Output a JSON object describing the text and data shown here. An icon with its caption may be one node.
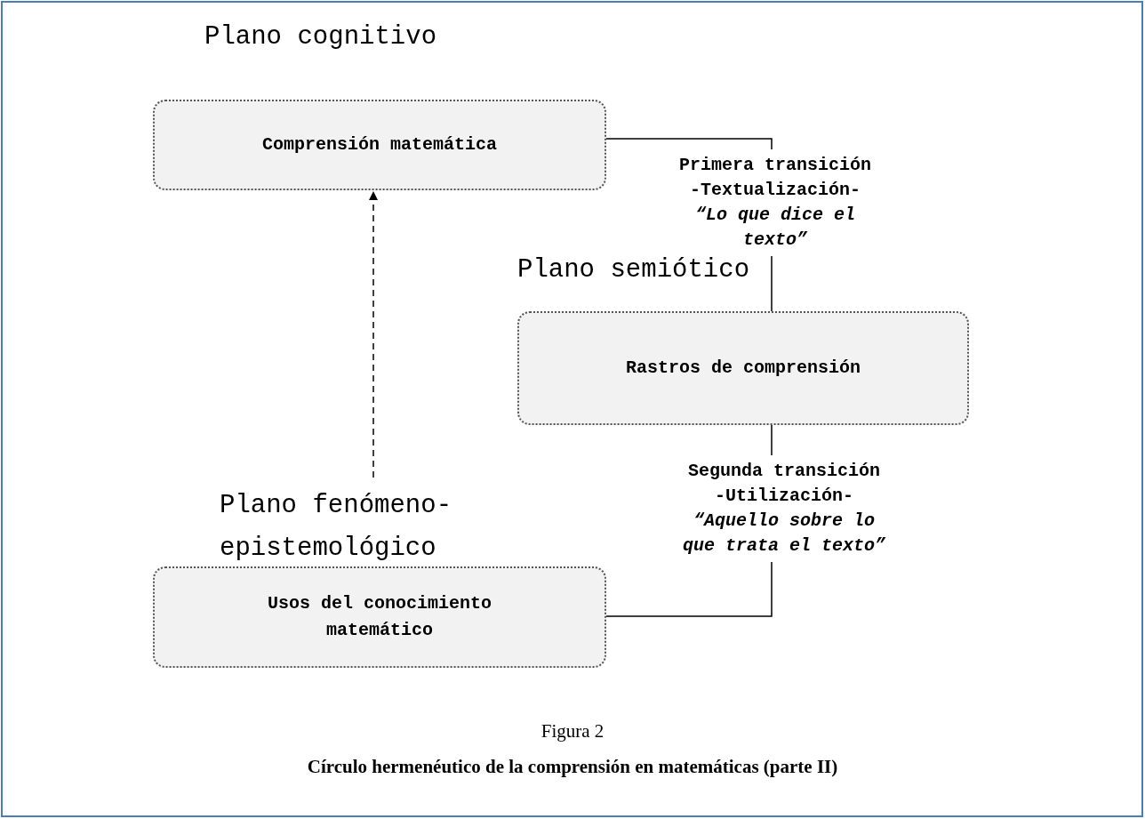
{
  "diagram": {
    "nodes": [
      {
        "text": [
          "Plano cognitivo",
          "Comprensión matemática"
        ]
      },
      {
        "text": [
          "Plano semiótico",
          "Rastros de comprensión"
        ]
      },
      {
        "text": [
          "Plano fenómeno-epistemológico",
          "Usos del conocimiento matemático"
        ]
      }
    ],
    "edges": [
      {
        "from": 0,
        "to": 1,
        "arrow": "none",
        "label": "Primera transición -Textualización- *“Lo que dice el texto”*"
      },
      {
        "from": 1,
        "to": 2,
        "arrow": "none",
        "label": "Segunda transición -Utilización- *“Aquello sobre lo que trata el texto”*"
      },
      {
        "from": 2,
        "to": 0,
        "arrow": "to",
        "style": "dashed"
      }
    ],
    "labels": [
      "Figura 2"
    ],
    "caption": "Círculo hermenéutico de la comprensión en matemáticas (parte II)"
  }
}
